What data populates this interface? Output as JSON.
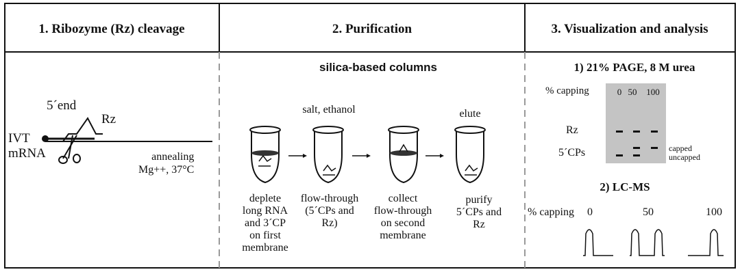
{
  "headers": [
    "1. Ribozyme (Rz) cleavage",
    "2. Purification",
    "3. Visualization and analysis"
  ],
  "panel1": {
    "five_end": "5´end",
    "rz": "Rz",
    "ivt_mrna": "IVT\nmRNA",
    "annealing": "annealing\nMg++, 37°C"
  },
  "panel2": {
    "title": "silica-based columns",
    "salt_ethanol": "salt, ethanol",
    "elute": "elute",
    "captions": [
      "deplete\nlong RNA\nand 3´CP\non first\nmembrane",
      "flow-through\n(5´CPs and\nRz)",
      "collect\nflow-through\non second\nmembrane",
      "purify\n5´CPs and\nRz"
    ]
  },
  "panel3": {
    "page_title": "1) 21% PAGE, 8 M urea",
    "capping_label": "% capping",
    "capping_values": [
      "0",
      "50",
      "100"
    ],
    "rz": "Rz",
    "five_cps": "5´CPs",
    "capped": "capped",
    "uncapped": "uncapped",
    "lcms_title": "2) LC-MS",
    "lcms_capping_label": "% capping",
    "lcms_values": [
      "0",
      "50",
      "100"
    ]
  },
  "colors": {
    "line": "#111111",
    "divider": "#999999",
    "gel": "#c4c4c4"
  }
}
